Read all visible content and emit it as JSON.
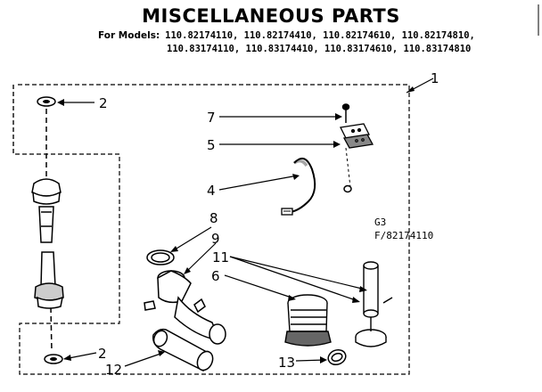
{
  "title": "MISCELLANEOUS PARTS",
  "models_label": "For Models:",
  "models_line1": "110.82174110, 110.82174410, 110.82174610, 110.82174810,",
  "models_line2": "110.83174110, 110.83174410, 110.83174610, 110.83174810",
  "callouts": {
    "c1": "1",
    "c2_top": "2",
    "c2_bottom": "2",
    "c4": "4",
    "c5": "5",
    "c6": "6",
    "c7": "7",
    "c8": "8",
    "c9": "9",
    "c11": "11",
    "c12": "12",
    "c13": "13"
  },
  "diagram_code_1": "G3",
  "diagram_code_2": "F/82174110"
}
